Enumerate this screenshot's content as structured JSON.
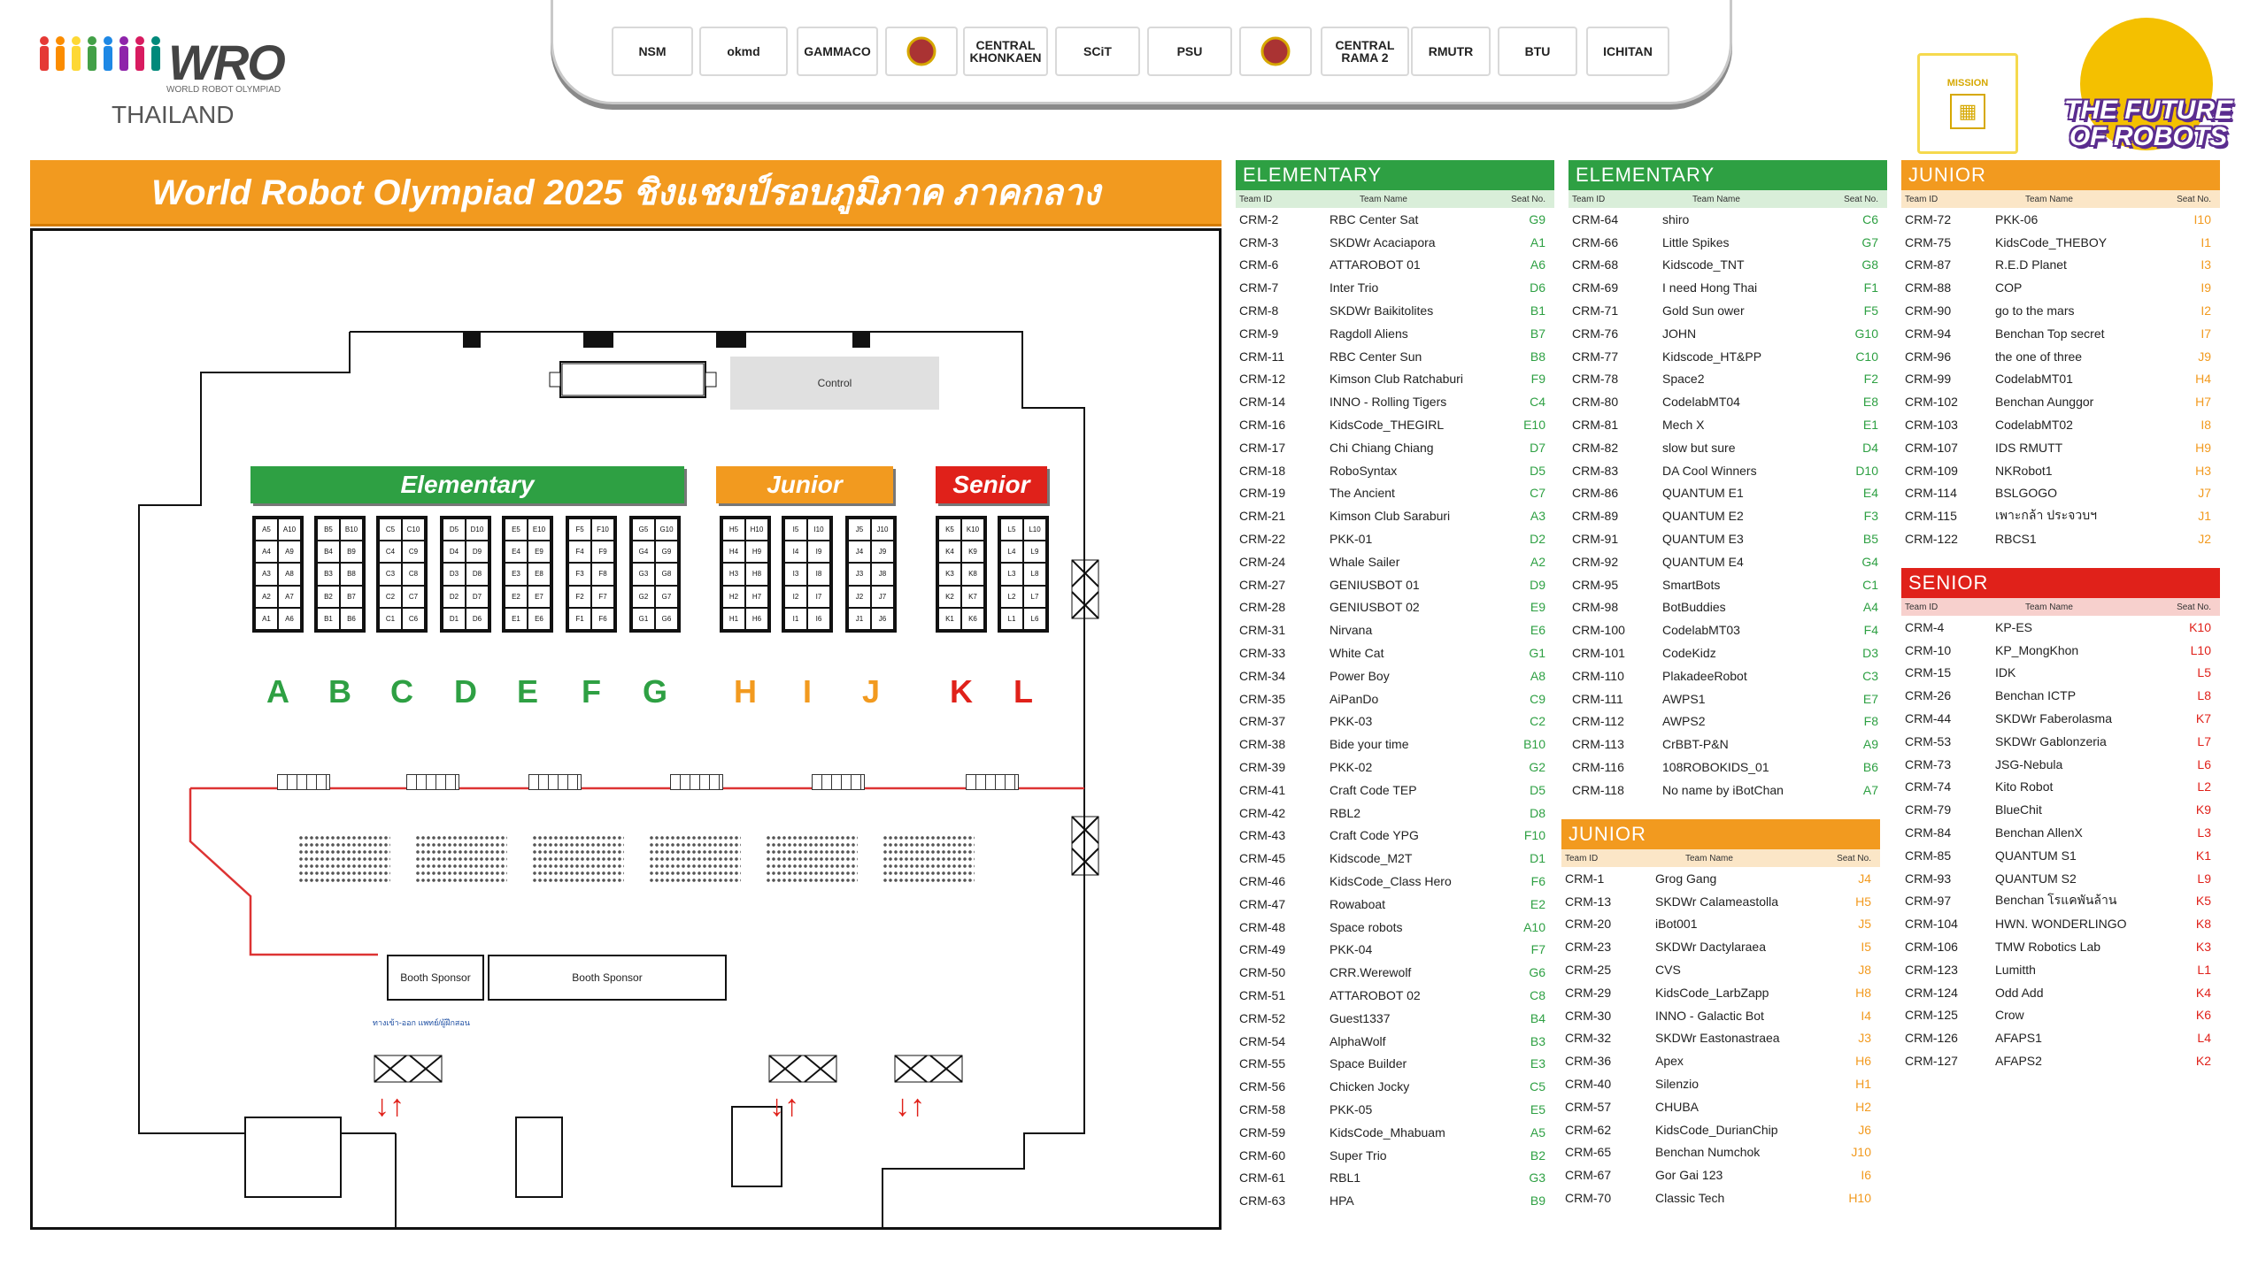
{
  "header": {
    "wro_brand": "WRO",
    "wro_sub": "WORLD ROBOT OLYMPIAD",
    "wro_country": "THAILAND",
    "sponsors": [
      "NSM",
      "okmd",
      "GAMMACO",
      "",
      "CENTRAL KHONKAEN",
      "SCiT",
      "PSU",
      "",
      "CENTRAL RAMA 2",
      "RMUTR",
      "BTU",
      "ICHITAN"
    ],
    "mission_label": "MISSION",
    "future_line1": "THE FUTURE",
    "future_line2": "OF ROBOTS"
  },
  "title": "World Robot Olympiad 2025 ชิงแชมป์รอบภูมิภาค ภาคกลาง",
  "map": {
    "control": "Control",
    "zone_elementary": "Elementary",
    "zone_junior": "Junior",
    "zone_senior": "Senior",
    "zones": [
      {
        "letter": "A",
        "group": "e"
      },
      {
        "letter": "B",
        "group": "e"
      },
      {
        "letter": "C",
        "group": "e"
      },
      {
        "letter": "D",
        "group": "e"
      },
      {
        "letter": "E",
        "group": "e"
      },
      {
        "letter": "F",
        "group": "e"
      },
      {
        "letter": "G",
        "group": "e"
      },
      {
        "letter": "H",
        "group": "j"
      },
      {
        "letter": "I",
        "group": "j"
      },
      {
        "letter": "J",
        "group": "j"
      },
      {
        "letter": "K",
        "group": "s"
      },
      {
        "letter": "L",
        "group": "s"
      }
    ],
    "booth1": "Booth Sponsor",
    "booth2": "Booth Sponsor",
    "note": "ทางเข้า-ออก แพทย์/ผู้ฝึกสอน",
    "colors": {
      "elementary": "#2ea043",
      "junior": "#f29a1f",
      "senior": "#e0211a"
    }
  },
  "col_headers": {
    "id": "Team ID",
    "name": "Team Name",
    "seat": "Seat No."
  },
  "elementary_title": "ELEMENTARY",
  "junior_title": "JUNIOR",
  "senior_title": "SENIOR",
  "elem1": [
    [
      "CRM-2",
      "RBC Center Sat",
      "G9"
    ],
    [
      "CRM-3",
      "SKDWr Acaciapora",
      "A1"
    ],
    [
      "CRM-6",
      "ATTAROBOT 01",
      "A6"
    ],
    [
      "CRM-7",
      "Inter Trio",
      "D6"
    ],
    [
      "CRM-8",
      "SKDWr Baikitolites",
      "B1"
    ],
    [
      "CRM-9",
      "Ragdoll Aliens",
      "B7"
    ],
    [
      "CRM-11",
      "RBC Center Sun",
      "B8"
    ],
    [
      "CRM-12",
      "Kimson Club Ratchaburi",
      "F9"
    ],
    [
      "CRM-14",
      "INNO - Rolling Tigers",
      "C4"
    ],
    [
      "CRM-16",
      "KidsCode_THEGIRL",
      "E10"
    ],
    [
      "CRM-17",
      "Chi Chiang Chiang",
      "D7"
    ],
    [
      "CRM-18",
      "RoboSyntax",
      "D5"
    ],
    [
      "CRM-19",
      "The Ancient",
      "C7"
    ],
    [
      "CRM-21",
      "Kimson Club Saraburi",
      "A3"
    ],
    [
      "CRM-22",
      "PKK-01",
      "D2"
    ],
    [
      "CRM-24",
      "Whale Sailer",
      "A2"
    ],
    [
      "CRM-27",
      "GENIUSBOT 01",
      "D9"
    ],
    [
      "CRM-28",
      "GENIUSBOT 02",
      "E9"
    ],
    [
      "CRM-31",
      "Nirvana",
      "E6"
    ],
    [
      "CRM-33",
      "White Cat",
      "G1"
    ],
    [
      "CRM-34",
      "Power Boy",
      "A8"
    ],
    [
      "CRM-35",
      "AiPanDo",
      "C9"
    ],
    [
      "CRM-37",
      "PKK-03",
      "C2"
    ],
    [
      "CRM-38",
      "Bide your time",
      "B10"
    ],
    [
      "CRM-39",
      "PKK-02",
      "G2"
    ],
    [
      "CRM-41",
      "Craft Code TEP",
      "D5"
    ],
    [
      "CRM-42",
      "RBL2",
      "D8"
    ],
    [
      "CRM-43",
      "Craft Code YPG",
      "F10"
    ],
    [
      "CRM-45",
      "Kidscode_M2T",
      "D1"
    ],
    [
      "CRM-46",
      "KidsCode_Class Hero",
      "F6"
    ],
    [
      "CRM-47",
      "Rowaboat",
      "E2"
    ],
    [
      "CRM-48",
      "Space robots",
      "A10"
    ],
    [
      "CRM-49",
      "PKK-04",
      "F7"
    ],
    [
      "CRM-50",
      "CRR.Werewolf",
      "G6"
    ],
    [
      "CRM-51",
      "ATTAROBOT 02",
      "C8"
    ],
    [
      "CRM-52",
      "Guest1337",
      "B4"
    ],
    [
      "CRM-54",
      "AlphaWolf",
      "B3"
    ],
    [
      "CRM-55",
      "Space Builder",
      "E3"
    ],
    [
      "CRM-56",
      "Chicken Jocky",
      "C5"
    ],
    [
      "CRM-58",
      "PKK-05",
      "E5"
    ],
    [
      "CRM-59",
      "KidsCode_Mhabuam",
      "A5"
    ],
    [
      "CRM-60",
      "Super Trio",
      "B2"
    ],
    [
      "CRM-61",
      "RBL1",
      "G3"
    ],
    [
      "CRM-63",
      "HPA",
      "B9"
    ]
  ],
  "elem2": [
    [
      "CRM-64",
      "shiro",
      "C6"
    ],
    [
      "CRM-66",
      "Little Spikes",
      "G7"
    ],
    [
      "CRM-68",
      "Kidscode_TNT",
      "G8"
    ],
    [
      "CRM-69",
      "I need Hong Thai",
      "F1"
    ],
    [
      "CRM-71",
      "Gold Sun ower",
      "F5"
    ],
    [
      "CRM-76",
      "JOHN",
      "G10"
    ],
    [
      "CRM-77",
      "Kidscode_HT&PP",
      "C10"
    ],
    [
      "CRM-78",
      "Space2",
      "F2"
    ],
    [
      "CRM-80",
      "CodelabMT04",
      "E8"
    ],
    [
      "CRM-81",
      "Mech X",
      "E1"
    ],
    [
      "CRM-82",
      "slow but sure",
      "D4"
    ],
    [
      "CRM-83",
      "DA Cool Winners",
      "D10"
    ],
    [
      "CRM-86",
      "QUANTUM E1",
      "E4"
    ],
    [
      "CRM-89",
      "QUANTUM E2",
      "F3"
    ],
    [
      "CRM-91",
      "QUANTUM E3",
      "B5"
    ],
    [
      "CRM-92",
      "QUANTUM E4",
      "G4"
    ],
    [
      "CRM-95",
      "SmartBots",
      "C1"
    ],
    [
      "CRM-98",
      "BotBuddies",
      "A4"
    ],
    [
      "CRM-100",
      "CodelabMT03",
      "F4"
    ],
    [
      "CRM-101",
      "CodeKidz",
      "D3"
    ],
    [
      "CRM-110",
      "PlakadeeRobot",
      "C3"
    ],
    [
      "CRM-111",
      "AWPS1",
      "E7"
    ],
    [
      "CRM-112",
      "AWPS2",
      "F8"
    ],
    [
      "CRM-113",
      "CrBBT-P&N",
      "A9"
    ],
    [
      "CRM-116",
      "108ROBOKIDS_01",
      "B6"
    ],
    [
      "CRM-118",
      "No name by iBotChan",
      "A7"
    ]
  ],
  "junior1": [
    [
      "CRM-1",
      "Grog Gang",
      "J4"
    ],
    [
      "CRM-13",
      "SKDWr Calameastolla",
      "H5"
    ],
    [
      "CRM-20",
      "iBot001",
      "J5"
    ],
    [
      "CRM-23",
      "SKDWr Dactylaraea",
      "I5"
    ],
    [
      "CRM-25",
      "CVS",
      "J8"
    ],
    [
      "CRM-29",
      "KidsCode_LarbZapp",
      "H8"
    ],
    [
      "CRM-30",
      "INNO - Galactic Bot",
      "I4"
    ],
    [
      "CRM-32",
      "SKDWr Eastonastraea",
      "J3"
    ],
    [
      "CRM-36",
      "Apex",
      "H6"
    ],
    [
      "CRM-40",
      "Silenzio",
      "H1"
    ],
    [
      "CRM-57",
      "CHUBA",
      "H2"
    ],
    [
      "CRM-62",
      "KidsCode_DurianChip",
      "J6"
    ],
    [
      "CRM-65",
      "Benchan Numchok",
      "J10"
    ],
    [
      "CRM-67",
      "Gor Gai 123",
      "I6"
    ],
    [
      "CRM-70",
      "Classic Tech",
      "H10"
    ]
  ],
  "junior2": [
    [
      "CRM-72",
      "PKK-06",
      "I10"
    ],
    [
      "CRM-75",
      "KidsCode_THEBOY",
      "I1"
    ],
    [
      "CRM-87",
      "R.E.D Planet",
      "I3"
    ],
    [
      "CRM-88",
      "COP",
      "I9"
    ],
    [
      "CRM-90",
      "go to the mars",
      "I2"
    ],
    [
      "CRM-94",
      "Benchan Top secret",
      "I7"
    ],
    [
      "CRM-96",
      "the one of three",
      "J9"
    ],
    [
      "CRM-99",
      "CodelabMT01",
      "H4"
    ],
    [
      "CRM-102",
      "Benchan Aunggor",
      "H7"
    ],
    [
      "CRM-103",
      "CodelabMT02",
      "I8"
    ],
    [
      "CRM-107",
      "IDS RMUTT",
      "H9"
    ],
    [
      "CRM-109",
      "NKRobot1",
      "H3"
    ],
    [
      "CRM-114",
      "BSLGOGO",
      "J7"
    ],
    [
      "CRM-115",
      "เพาะกล้า ประจวบฯ",
      "J1"
    ],
    [
      "CRM-122",
      "RBCS1",
      "J2"
    ]
  ],
  "senior": [
    [
      "CRM-4",
      "KP-ES",
      "K10"
    ],
    [
      "CRM-10",
      "KP_MongKhon",
      "L10"
    ],
    [
      "CRM-15",
      "IDK",
      "L5"
    ],
    [
      "CRM-26",
      "Benchan ICTP",
      "L8"
    ],
    [
      "CRM-44",
      "SKDWr Faberolasma",
      "K7"
    ],
    [
      "CRM-53",
      "SKDWr Gablonzeria",
      "L7"
    ],
    [
      "CRM-73",
      "JSG-Nebula",
      "L6"
    ],
    [
      "CRM-74",
      "Kito Robot",
      "L2"
    ],
    [
      "CRM-79",
      "BlueChit",
      "K9"
    ],
    [
      "CRM-84",
      "Benchan AllenX",
      "L3"
    ],
    [
      "CRM-85",
      "QUANTUM S1",
      "K1"
    ],
    [
      "CRM-93",
      "QUANTUM S2",
      "L9"
    ],
    [
      "CRM-97",
      "Benchan โรแคพันล้าน",
      "K5"
    ],
    [
      "CRM-104",
      "HWN. WONDERLINGO",
      "K8"
    ],
    [
      "CRM-106",
      "TMW Robotics Lab",
      "K3"
    ],
    [
      "CRM-123",
      "Lumitth",
      "L1"
    ],
    [
      "CRM-124",
      "Odd Add",
      "K4"
    ],
    [
      "CRM-125",
      "Crow",
      "K6"
    ],
    [
      "CRM-126",
      "AFAPS1",
      "L4"
    ],
    [
      "CRM-127",
      "AFAPS2",
      "K2"
    ]
  ]
}
